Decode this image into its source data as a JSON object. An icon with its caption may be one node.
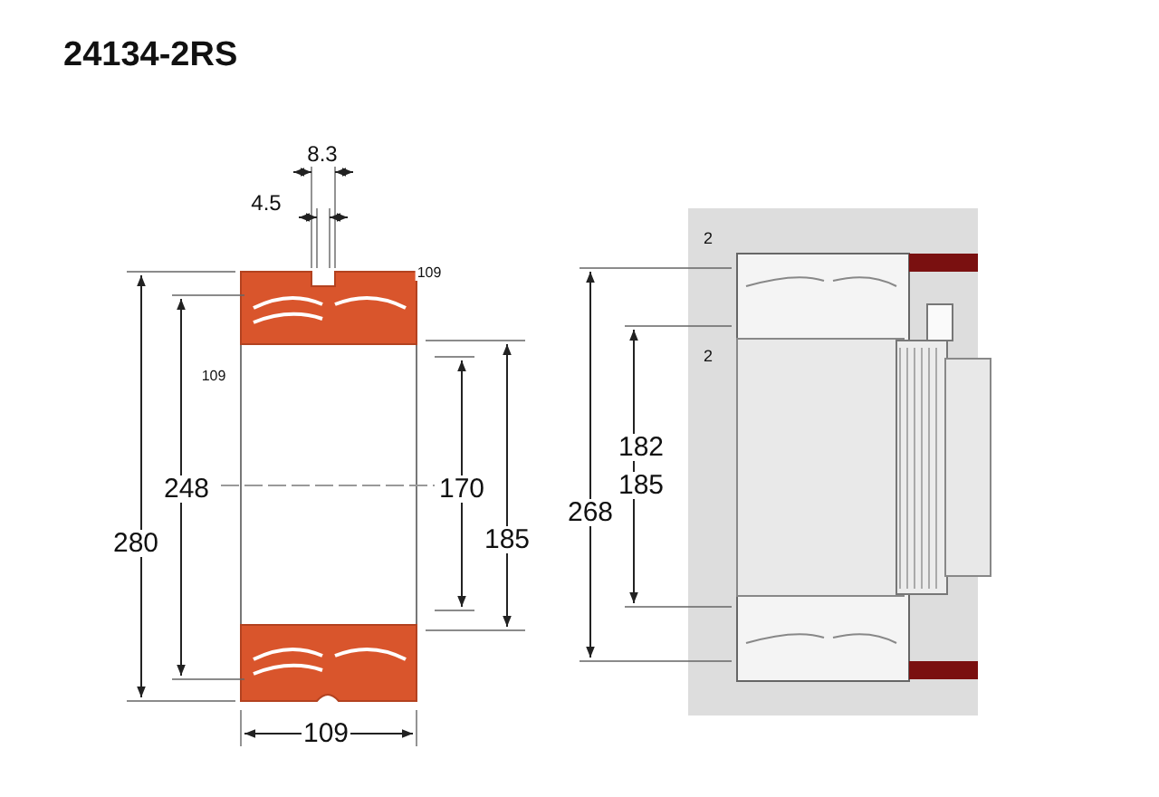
{
  "diagram": {
    "title": "24134-2RS",
    "labels": [
      "8.3",
      "4.5",
      "109",
      "109",
      "248",
      "170",
      "280",
      "185",
      "109",
      "2",
      "2",
      "182",
      "185",
      "268"
    ]
  }
}
